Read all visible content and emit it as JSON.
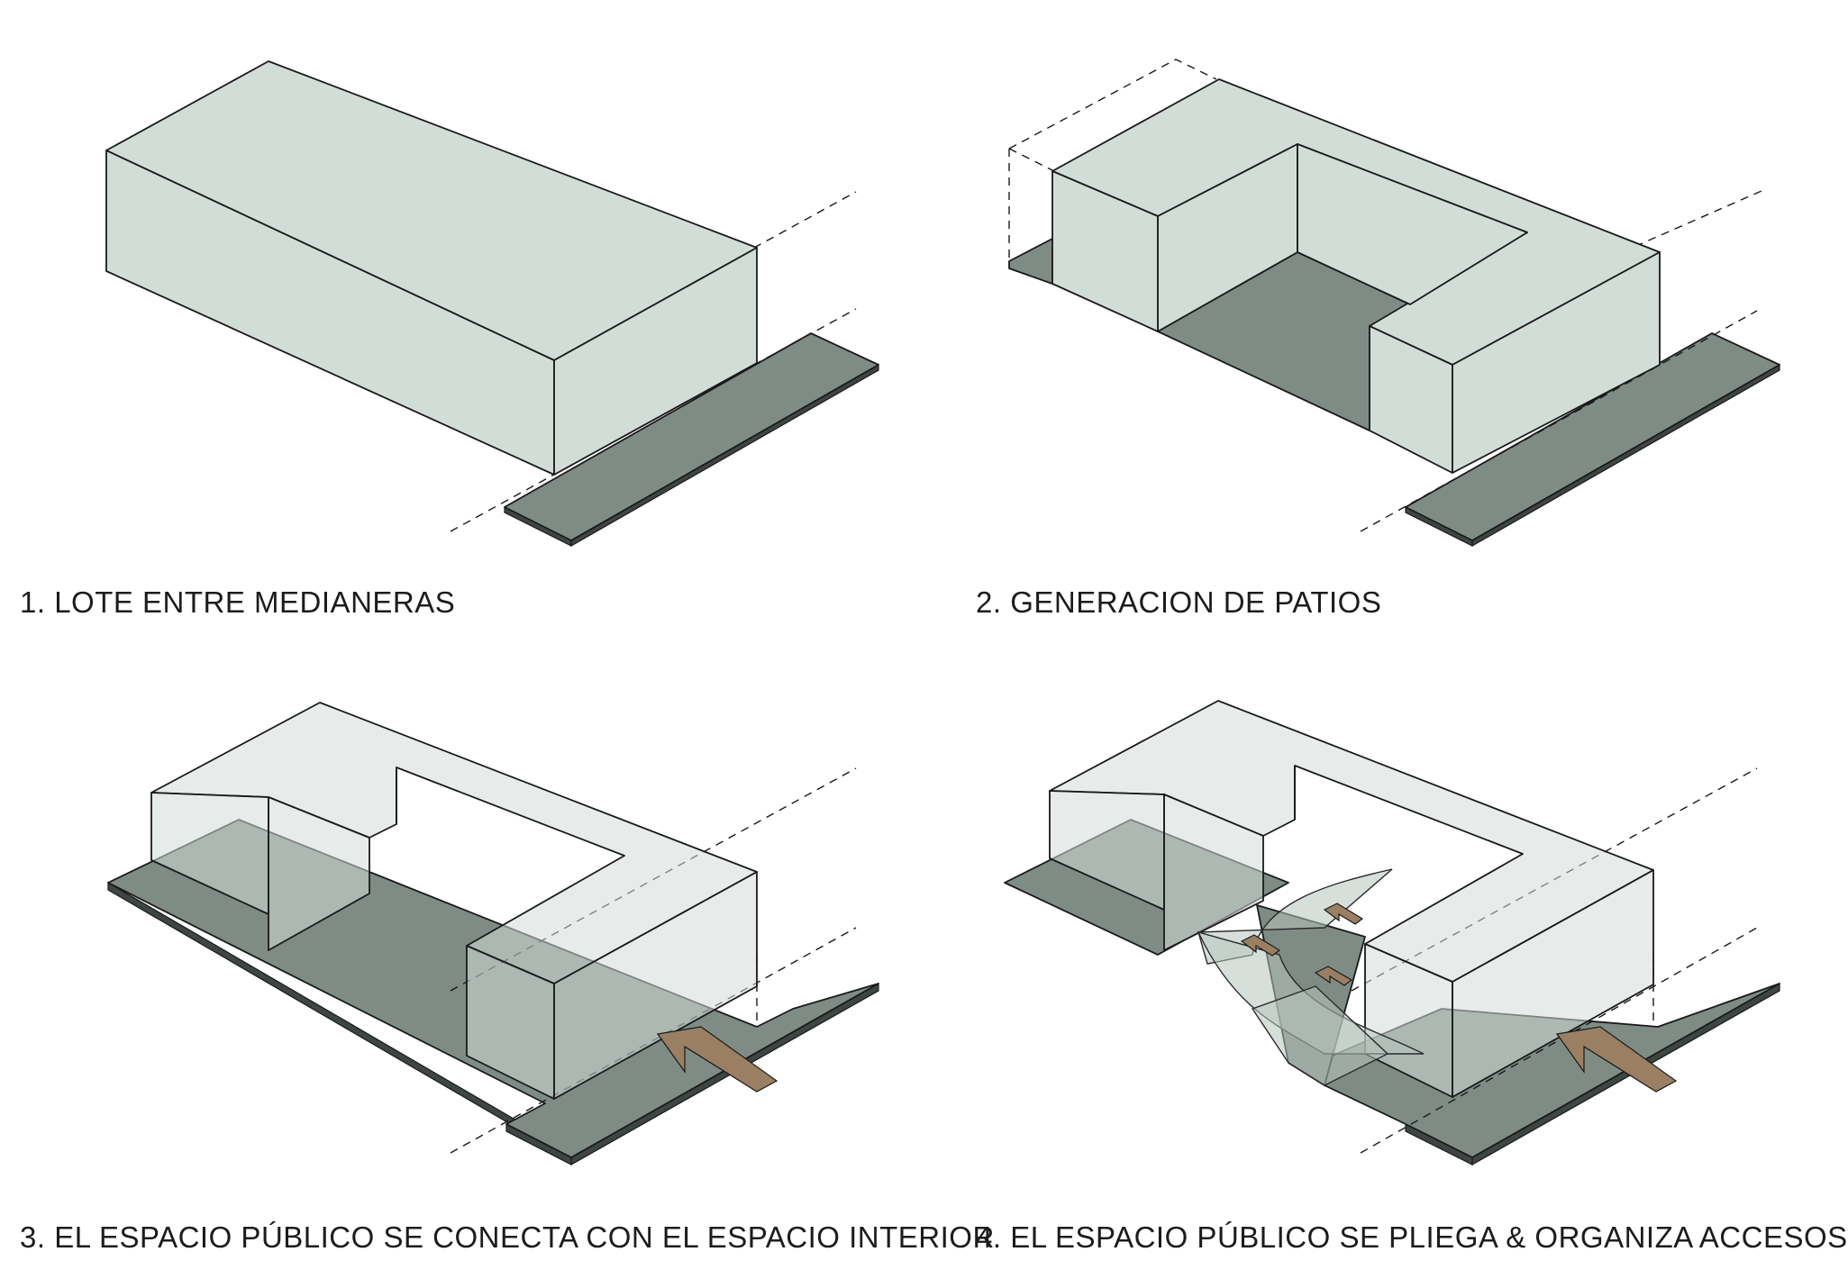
{
  "panels": [
    {
      "caption": "1. LOTE ENTRE MEDIANERAS"
    },
    {
      "caption": "2. GENERACION DE PATIOS"
    },
    {
      "caption": "3. EL ESPACIO PÚBLICO SE CONECTA CON EL ESPACIO INTERIOR"
    },
    {
      "caption": "4. EL ESPACIO PÚBLICO SE PLIEGA & ORGANIZA ACCESOS"
    }
  ],
  "colors": {
    "volume": "#d3ddd8",
    "ground": "#7e8c85",
    "arrow": "#9a7f63",
    "line": "#1a1a1a"
  }
}
